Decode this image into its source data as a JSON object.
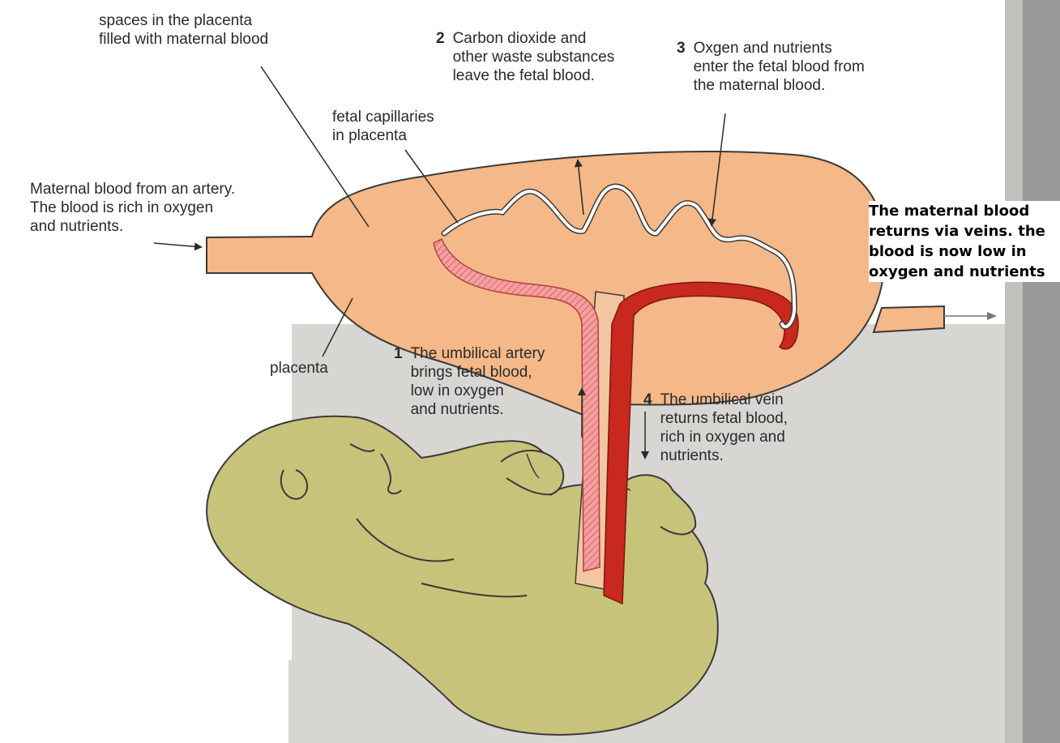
{
  "labels": {
    "spaces": "spaces in the placenta\nfilled with maternal blood",
    "maternal_in": "Maternal blood from an artery.\nThe blood is rich in oxygen\nand nutrients.",
    "fetal_capillaries": "fetal capillaries\nin placenta",
    "placenta": "placenta",
    "step2": {
      "num": "2",
      "text": "Carbon dioxide and\nother waste substances\nleave the fetal blood."
    },
    "step3": {
      "num": "3",
      "text": "Oxgen and nutrients\nenter the fetal blood from\nthe maternal blood."
    },
    "step1": {
      "num": "1",
      "text": "The umbilical artery\nbrings fetal blood,\nlow in oxygen\nand nutrients."
    },
    "step4": {
      "num": "4",
      "text": "The umbilical vein\nreturns fetal blood,\nrich in oxygen and\nnutrients."
    },
    "maternal_out": "The maternal blood\nreturns via veins. the\nblood is now low in\noxygen and nutrients"
  },
  "colors": {
    "placenta_fill": "#f5b888",
    "fetus_fill": "#c8c37a",
    "artery": "#e88080",
    "vein": "#c8281e",
    "capillary": "#ffffff",
    "page_gray": "#c9c7c4"
  }
}
